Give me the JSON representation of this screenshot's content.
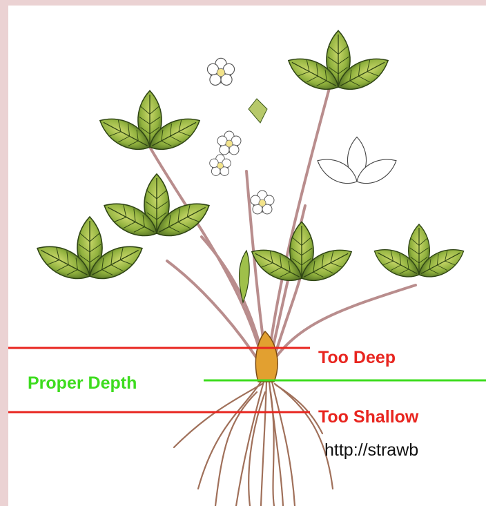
{
  "labels": {
    "too_deep": "Too Deep",
    "proper_depth": "Proper Depth",
    "too_shallow": "Too Shallow"
  },
  "source_url": "http://strawb",
  "colors": {
    "too_deep": "#e8251f",
    "proper_depth": "#3ddc1e",
    "too_shallow": "#e8251f",
    "leaf": "#7fa33a",
    "leaf_dark": "#3e5a1b",
    "stem": "#b98d8d",
    "root": "#a0705a",
    "crown": "#e2a030"
  }
}
